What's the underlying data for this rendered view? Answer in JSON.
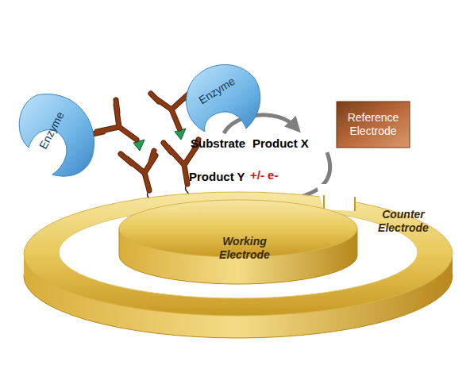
{
  "diagram": {
    "nodes": [
      {
        "text": [
          "Enzyme"
        ]
      },
      {
        "text": [
          "Enzyme"
        ]
      },
      {
        "text": [
          "Reference Electrode"
        ]
      },
      {
        "text": [
          "Counter Electrode"
        ]
      },
      {
        "text": [
          "Working Electrode"
        ]
      }
    ],
    "labels": [
      "Substrate",
      "Product X",
      "Product Y",
      "+/- e-"
    ]
  }
}
